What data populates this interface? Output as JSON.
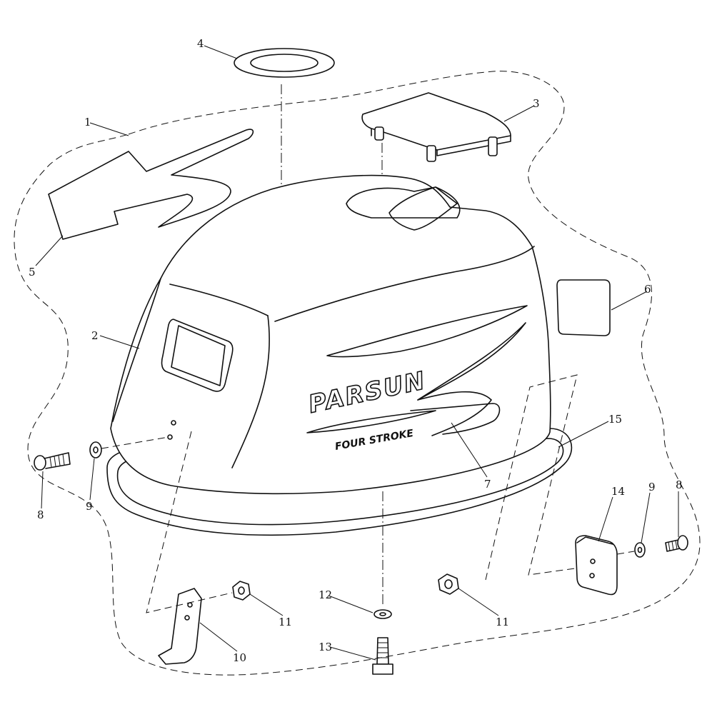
{
  "diagram": {
    "brand_text": "PARSUN",
    "subtitle_text": "FOUR STROKE",
    "callouts": [
      {
        "id": "1",
        "label": "1"
      },
      {
        "id": "2",
        "label": "2"
      },
      {
        "id": "3",
        "label": "3"
      },
      {
        "id": "4",
        "label": "4"
      },
      {
        "id": "5",
        "label": "5"
      },
      {
        "id": "6",
        "label": "6"
      },
      {
        "id": "7",
        "label": "7"
      },
      {
        "id": "8a",
        "label": "8"
      },
      {
        "id": "9a",
        "label": "9"
      },
      {
        "id": "10",
        "label": "10"
      },
      {
        "id": "11a",
        "label": "11"
      },
      {
        "id": "12",
        "label": "12"
      },
      {
        "id": "13",
        "label": "13"
      },
      {
        "id": "11b",
        "label": "11"
      },
      {
        "id": "14",
        "label": "14"
      },
      {
        "id": "9b",
        "label": "9"
      },
      {
        "id": "8b",
        "label": "8"
      },
      {
        "id": "15",
        "label": "15"
      }
    ]
  }
}
